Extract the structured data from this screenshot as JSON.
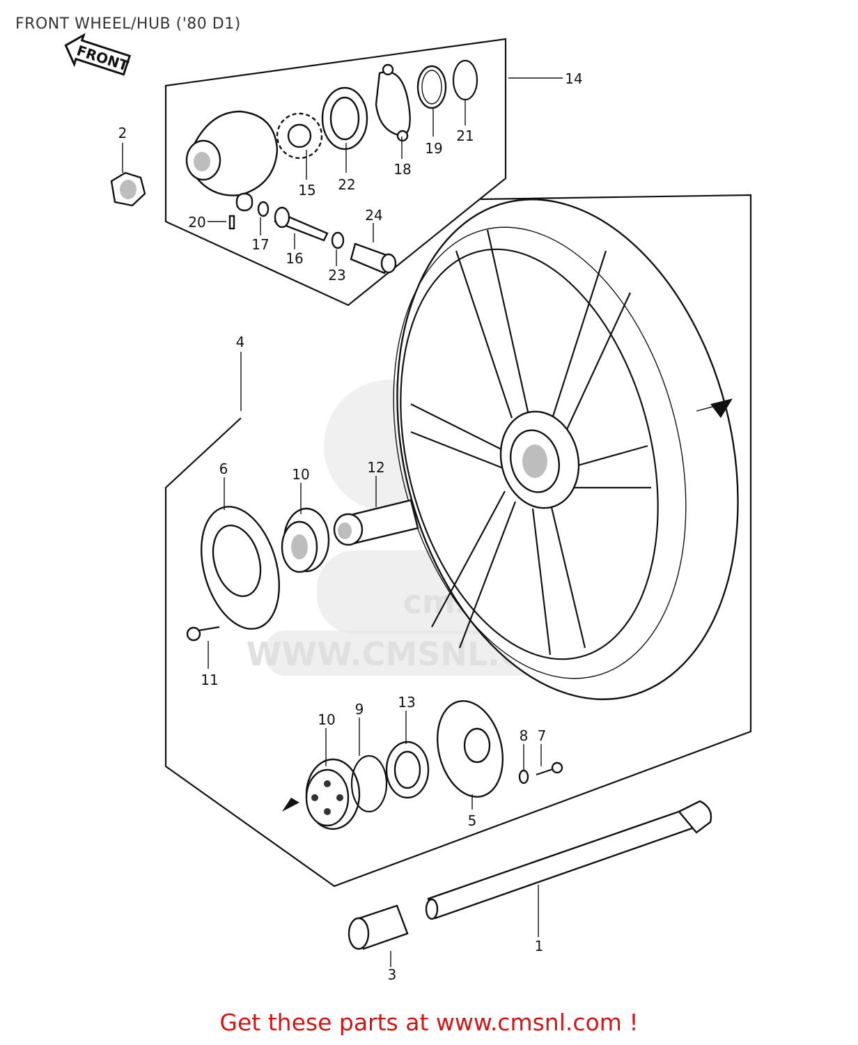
{
  "title": "FRONT WHEEL/HUB ('80 D1)",
  "front_label": "FRONT",
  "watermark": {
    "logo": "cms",
    "url": "WWW.CMSNL.COM"
  },
  "callouts": {
    "c1": "1",
    "c2": "2",
    "c3": "3",
    "c4": "4",
    "c5": "5",
    "c6": "6",
    "c7": "7",
    "c8": "8",
    "c9": "9",
    "c10a": "10",
    "c10b": "10",
    "c11": "11",
    "c12": "12",
    "c13": "13",
    "c14": "14",
    "c15": "15",
    "c16": "16",
    "c17": "17",
    "c18": "18",
    "c19": "19",
    "c20": "20",
    "c21": "21",
    "c22": "22",
    "c23": "23",
    "c24": "24"
  },
  "footer": "Get these parts at www.cmsnl.com !"
}
